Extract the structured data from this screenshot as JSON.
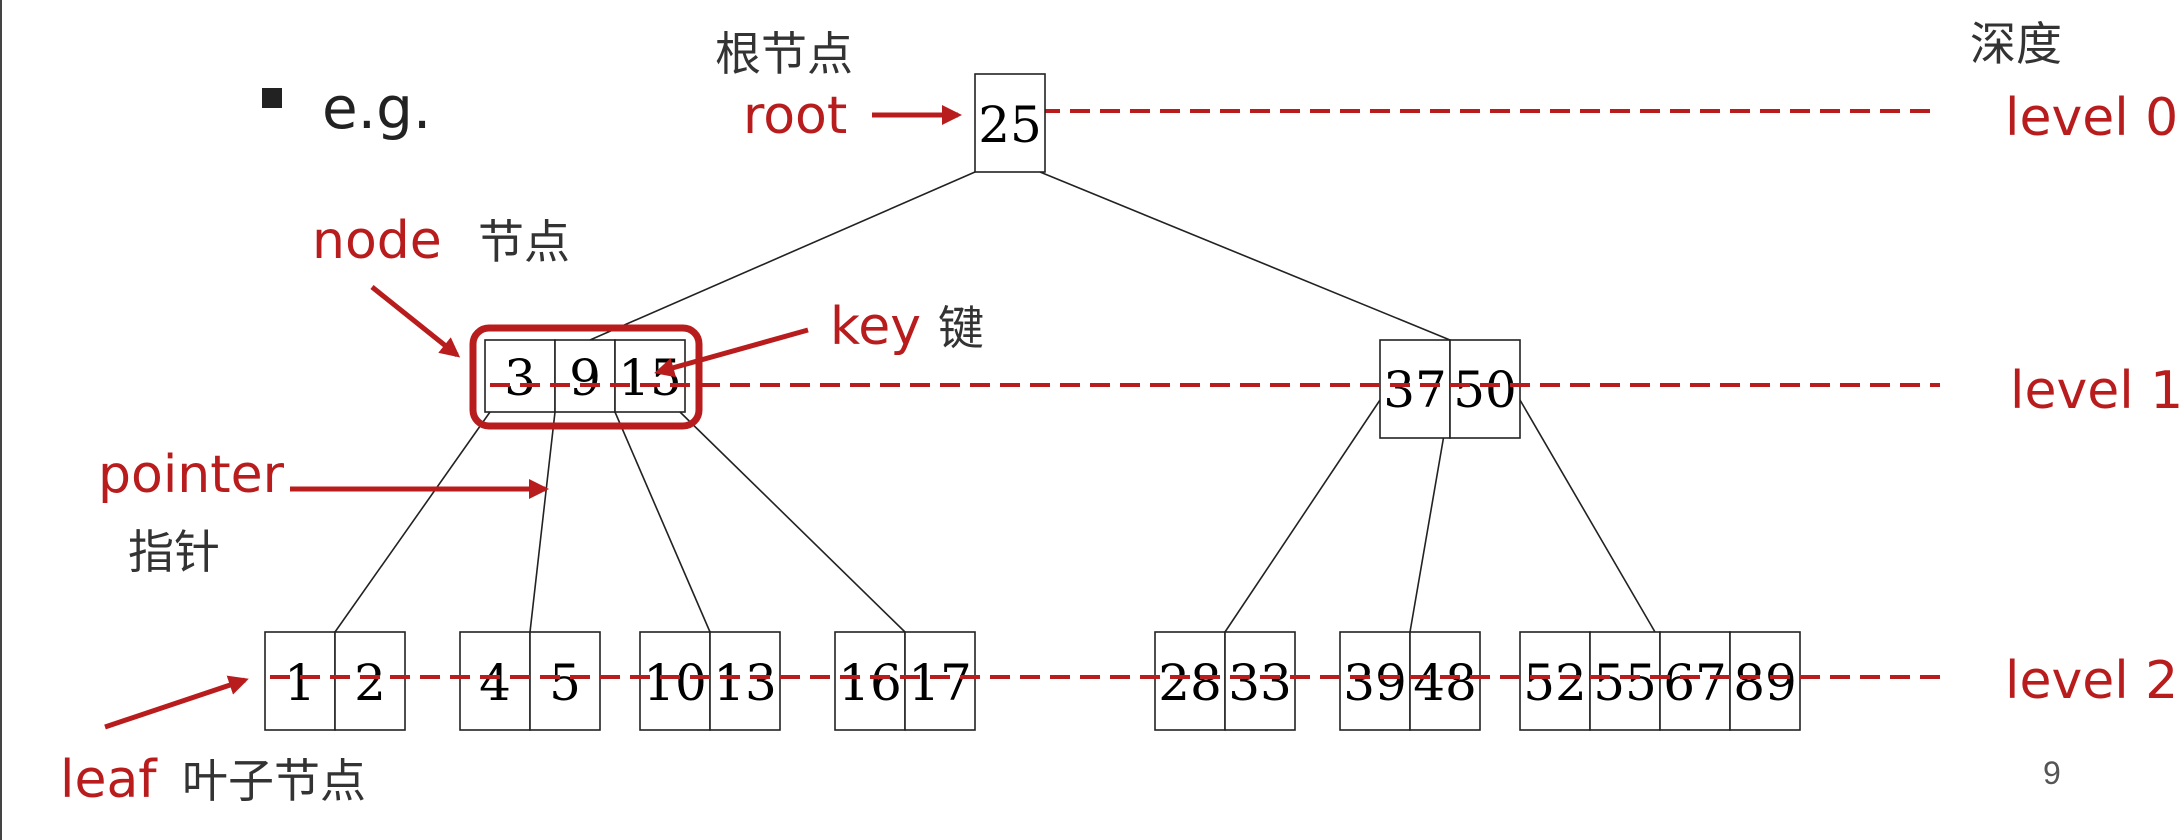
{
  "bullet": "e.g.",
  "labels": {
    "root_cn": "根节点",
    "depth_cn": "深度",
    "root": "root",
    "node": "node",
    "node_cn": "节点",
    "key": "key",
    "key_cn": "键",
    "pointer": "pointer",
    "pointer_cn": "指针",
    "leaf": "leaf",
    "leaf_cn": "叶子节点"
  },
  "levels": [
    "level 0",
    "level 1",
    "level 2"
  ],
  "tree": {
    "root": [
      "25"
    ],
    "level1": [
      [
        "3",
        "9",
        "15"
      ],
      [
        "37",
        "50"
      ]
    ],
    "leaves": [
      [
        "1",
        "2"
      ],
      [
        "4",
        "5"
      ],
      [
        "10",
        "13"
      ],
      [
        "16",
        "17"
      ],
      [
        "28",
        "33"
      ],
      [
        "39",
        "48"
      ],
      [
        "52",
        "55",
        "67",
        "89"
      ]
    ]
  },
  "page_number": "9",
  "colors": {
    "accent": "#b81c1c",
    "text": "#333333"
  }
}
